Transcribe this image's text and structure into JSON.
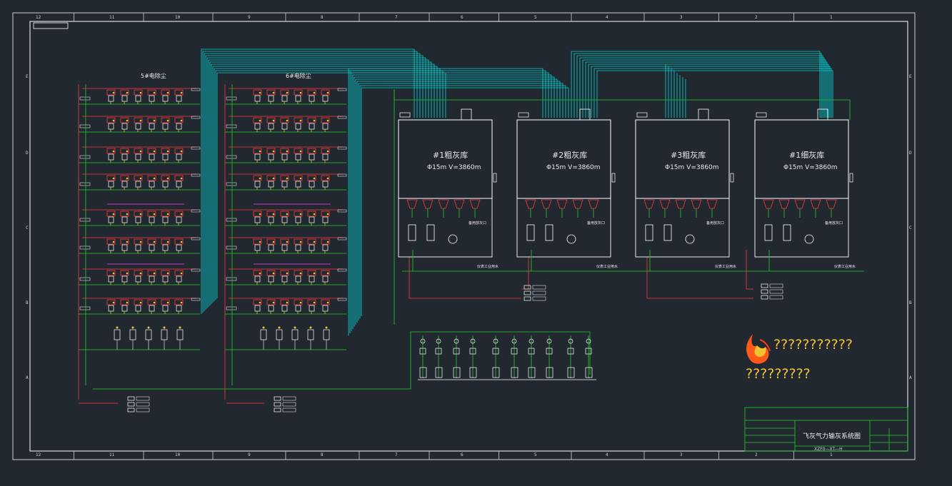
{
  "drawing": {
    "title": "飞灰气力输灰系统图",
    "code": "XZF0—XT—H",
    "unit_labels": [
      "5#电除尘",
      "6#电除尘"
    ],
    "service_water_label": "仪表工业用水",
    "outlet_label": "备用放灰口"
  },
  "silos": [
    {
      "name": "#1粗灰库",
      "spec": "Φ15m V=3860m"
    },
    {
      "name": "#2粗灰库",
      "spec": "Φ15m V=3860m"
    },
    {
      "name": "#3粗灰库",
      "spec": "Φ15m V=3860m"
    },
    {
      "name": "#1细灰库",
      "spec": "Φ15m V=3860m"
    }
  ],
  "grid_top": [
    "12",
    "11",
    "10",
    "9",
    "8",
    "7",
    "6",
    "5",
    "4",
    "3",
    "2",
    "1"
  ],
  "grid_left": [
    "E",
    "D",
    "C",
    "B",
    "A"
  ],
  "logo": {
    "line1": "???????????",
    "line2": "?????????"
  },
  "colors": {
    "background": "#212830",
    "frame": "#ffffff",
    "air": "#00d8d8",
    "ash": "#ff3a3a",
    "water": "#22cc22",
    "equipment": "#ffffff",
    "accent": "#f2c231"
  }
}
